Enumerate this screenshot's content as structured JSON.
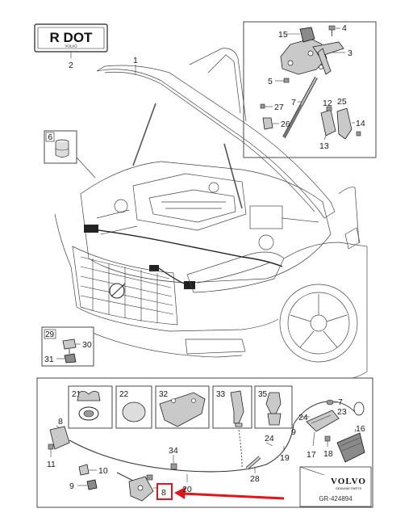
{
  "badge": {
    "text": "R DOT",
    "subtext": "VOLVO"
  },
  "callouts": {
    "1": "1",
    "2": "2",
    "3": "3",
    "4": "4",
    "5": "5",
    "6": "6",
    "7": "7",
    "8": "8",
    "9": "9",
    "10": "10",
    "11": "11",
    "12": "12",
    "13": "13",
    "14": "14",
    "15": "15",
    "16": "16",
    "17": "17",
    "18": "18",
    "19": "19",
    "20": "20",
    "21": "21",
    "22": "22",
    "23": "23",
    "24": "24",
    "25": "25",
    "26": "26",
    "27": "27",
    "28": "28",
    "29": "29",
    "30": "30",
    "31": "31",
    "32": "32",
    "33": "33",
    "34": "34",
    "35": "35"
  },
  "logo": {
    "brand": "VOLVO",
    "subline": "GENUINE PARTS",
    "code": "GR-424894"
  },
  "colors": {
    "highlight": "#e3151a",
    "line": "#222222",
    "part_fill": "#c9c9c9"
  }
}
